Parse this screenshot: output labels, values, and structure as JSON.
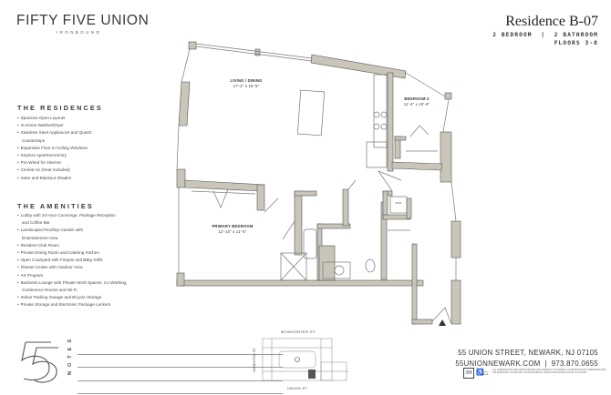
{
  "header": {
    "brand": "FIFTY FIVE UNION",
    "brand_sub": "IRONBOUND",
    "residence_title": "Residence B-07",
    "residence_type": "2 BEDROOM  |  2 BATHROOM",
    "floors": "FLOORS 3-8"
  },
  "residences": {
    "heading": "THE RESIDENCES",
    "items": [
      "Spacious Open Layouts",
      "In-Home Washer/Dryer",
      "Stainless Steel Appliances and Quartz Countertops",
      "Expansive Floor to Ceiling Windows",
      "Keyless Apartment Entry",
      "Pre-Wired for Internet",
      "Central Air (Heat Included)",
      "Solar and Blackout Shades"
    ]
  },
  "amenities": {
    "heading": "THE AMENITIES",
    "items": [
      "Lobby with 24 Hour Concierge, Package Reception and Coffee Bar",
      "Landscaped Rooftop Garden with Entertainment Area",
      "Resident Club Room",
      "Private Dining Room and Catering Kitchen",
      "Open Courtyard with Firepits and BBQ Grills",
      "Fitness Center with Outdoor Area",
      "Art Program",
      "Business Lounge with Private Work Spaces, Co-Working, Conference Rooms and Wi-Fi",
      "Indoor Parking Garage and Bicycle Storage",
      "Private Storage and Electronic Package Lockers"
    ]
  },
  "notes": {
    "label": "NOTES",
    "logo_numeral": "5"
  },
  "floorplan": {
    "rooms": [
      {
        "name": "LIVING / DINING",
        "dims": "17'-2\" x 15'-5\""
      },
      {
        "name": "BEDROOM 2",
        "dims": "11'-4\" x 10'-6\""
      },
      {
        "name": "PRIMARY BEDROOM",
        "dims": "12'-10\" x 11'-5\""
      }
    ],
    "wd_label": "W/D",
    "wall_color": "#c9c5b9"
  },
  "keyplan": {
    "north_street": "MCWHORTER ST",
    "south_street": "UNION ST",
    "west_street": "HAMILTON ST"
  },
  "footer": {
    "address": "55 UNION STREET, NEWARK, NJ 07105",
    "contact": "55UNIONNEWARK.COM  |  973.870.0655",
    "logo": "JH",
    "accessible_icon": "♿",
    "housing_icon": "⌂",
    "disclaimer": "ALL DIMENSIONS ARE APPROXIMATE AND SUBJECT TO NORMAL CONSTRUCTION VARIANCES AND TOLERANCES. PLANS MAY CONTAIN MINOR VARIATIONS FROM FLOOR TO FLOOR."
  }
}
